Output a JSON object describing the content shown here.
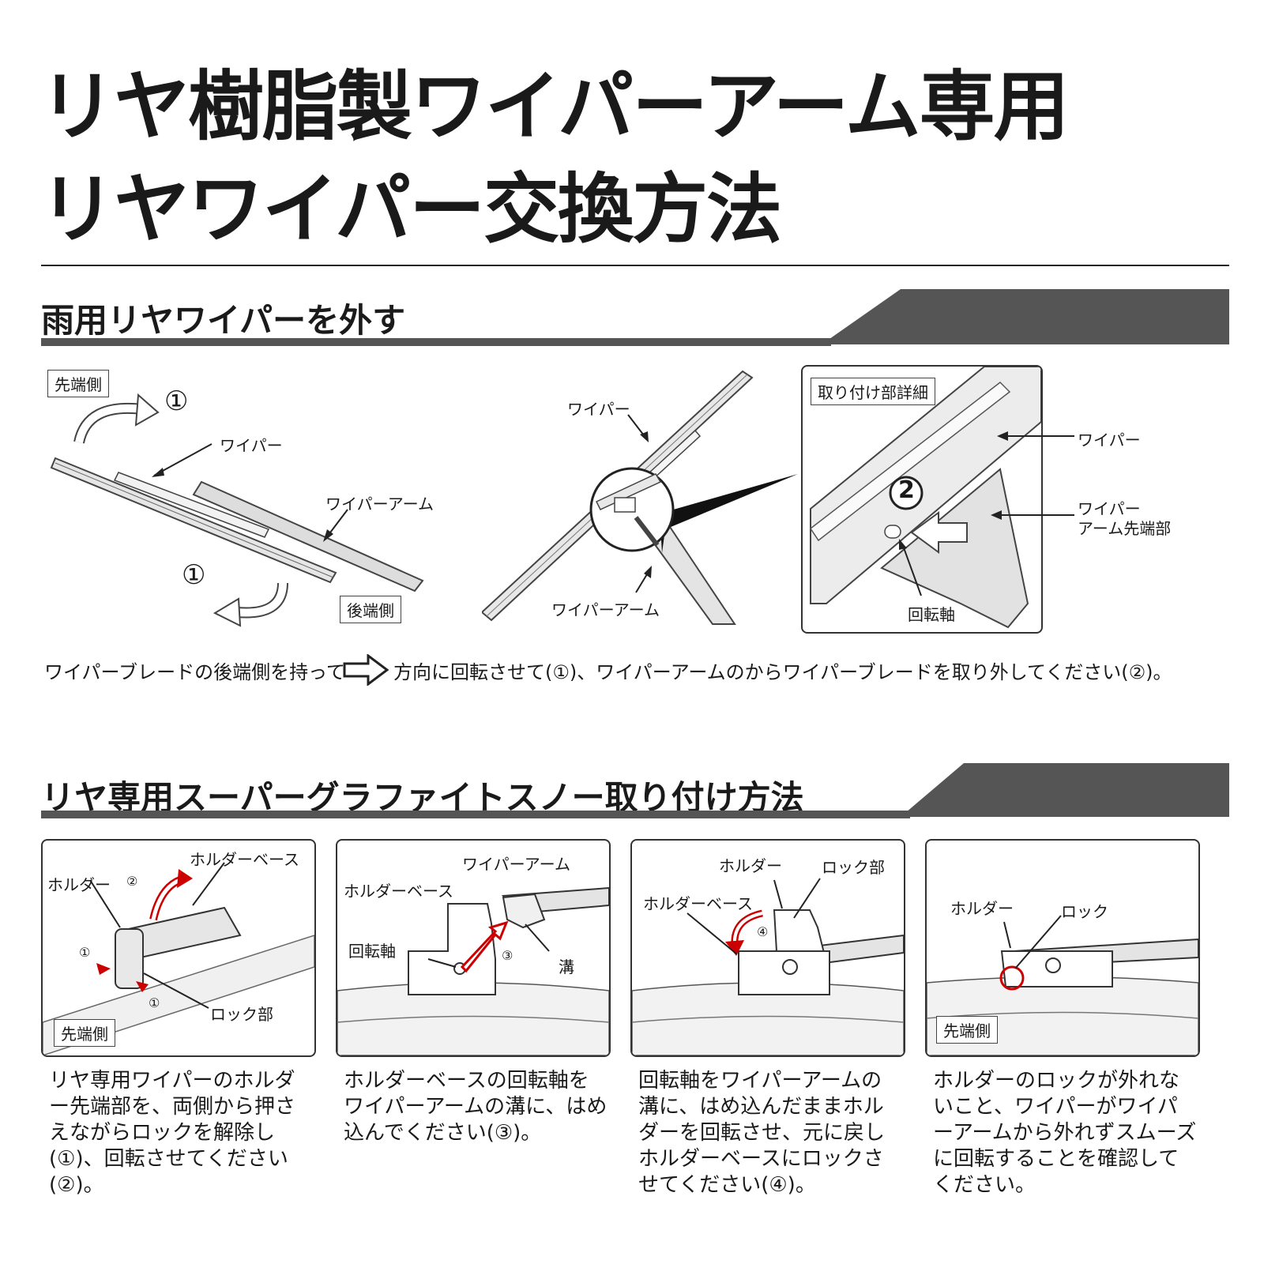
{
  "title": {
    "line1": "リヤ樹脂製ワイパーアーム専用",
    "line2": "リヤワイパー交換方法"
  },
  "section1": {
    "heading": "雨用リヤワイパーを外す",
    "fig1": {
      "tip_side": "先端側",
      "rear_side": "後端側",
      "wiper": "ワイパー",
      "wiper_arm": "ワイパーアーム",
      "step_top": "①",
      "step_bottom": "①"
    },
    "fig2": {
      "wiper": "ワイパー",
      "wiper_arm": "ワイパーアーム"
    },
    "fig3": {
      "detail_title": "取り付け部詳細",
      "wiper": "ワイパー",
      "arm_tip": "ワイパー\nアーム先端部",
      "pivot": "回転軸",
      "step": "2"
    },
    "instruction_before": "ワイパーブレードの後端側を持って",
    "instruction_after": "方向に回転させて(①)、ワイパーアームのからワイパーブレードを取り外してください(②)。"
  },
  "section2": {
    "heading": "リヤ専用スーパーグラファイトスノー取り付け方法",
    "panels": [
      {
        "labels": {
          "holder_base": "ホルダーベース",
          "holder": "ホルダー",
          "n2": "②",
          "n1a": "①",
          "n1b": "①",
          "lock": "ロック部",
          "tip_side": "先端側"
        },
        "desc": "リヤ専用ワイパーのホルダー先端部を、両側から押さえながらロックを解除し(①)、回転させてください(②)。"
      },
      {
        "labels": {
          "wiper_arm": "ワイパーアーム",
          "holder_base": "ホルダーベース",
          "pivot": "回転軸",
          "n3": "③",
          "groove": "溝"
        },
        "desc": "ホルダーベースの回転軸をワイパーアームの溝に、はめ込んでください(③)。"
      },
      {
        "labels": {
          "holder": "ホルダー",
          "lock": "ロック部",
          "holder_base": "ホルダーベース",
          "n4": "④"
        },
        "desc": "回転軸をワイパーアームの溝に、はめ込んだままホルダーを回転させ、元に戻しホルダーベースにロックさせてください(④)。"
      },
      {
        "labels": {
          "holder": "ホルダー",
          "lock": "ロック",
          "tip_side": "先端側"
        },
        "desc": "ホルダーのロックが外れないこと、ワイパーがワイパーアームから外れずスムーズに回転することを確認してください。"
      }
    ]
  }
}
